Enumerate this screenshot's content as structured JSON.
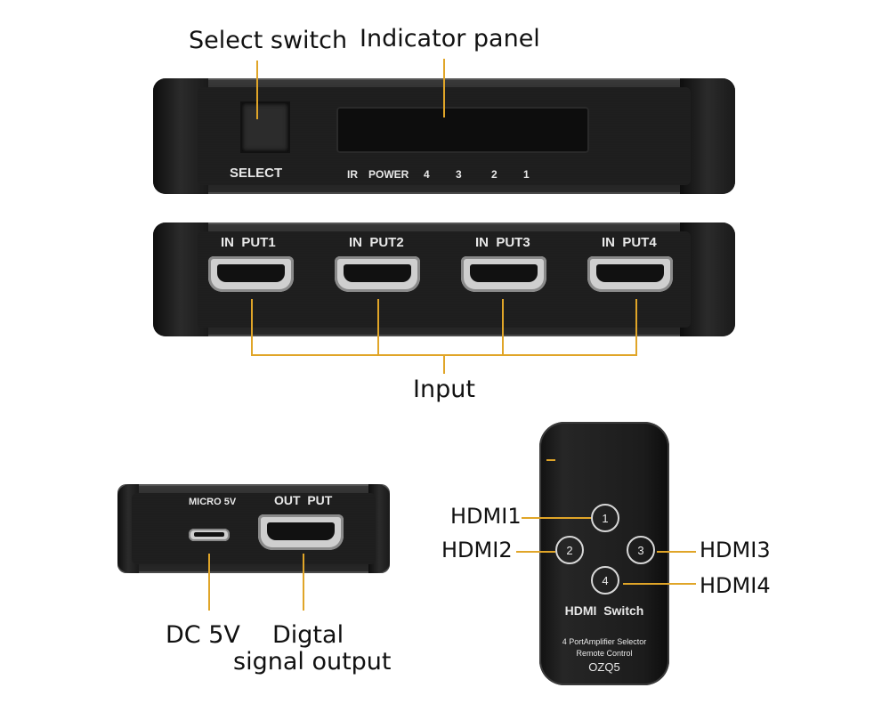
{
  "labels": {
    "select_switch": "Select switch",
    "indicator_panel": "Indicator panel",
    "input": "Input",
    "dc5v": "DC 5V",
    "digital_line1": "Digtal",
    "digital_line2": "signal output",
    "hdmi1": "HDMI1",
    "hdmi2": "HDMI2",
    "hdmi3": "HDMI3",
    "hdmi4": "HDMI4"
  },
  "front_panel": {
    "select": "SELECT",
    "indicators": [
      "IR",
      "POWER",
      "4",
      "3",
      "2",
      "1"
    ]
  },
  "input_panel": {
    "ports": [
      "IN  PUT1",
      "IN  PUT2",
      "IN  PUT3",
      "IN  PUT4"
    ]
  },
  "output_panel": {
    "micro": "MICRO 5V",
    "output": "OUT  PUT"
  },
  "remote": {
    "buttons": [
      "1",
      "2",
      "3",
      "4"
    ],
    "title": "HDMI  Switch",
    "sub1": "4 PortAmplifier Selector",
    "sub2": "Remote Control",
    "model": "OZQ5"
  },
  "colors": {
    "accent_line": "#e0a528",
    "device_body": "#1b1b1b"
  }
}
